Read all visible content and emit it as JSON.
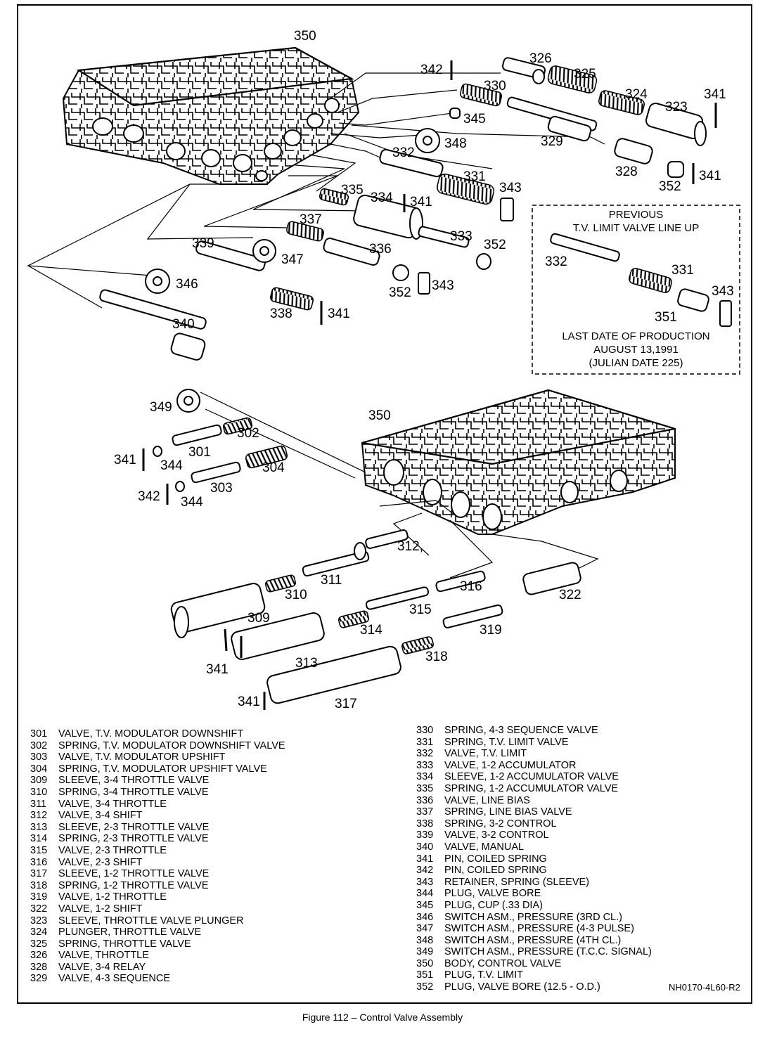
{
  "figure": {
    "caption": "Figure  112 –  Control Valve Assembly",
    "drawing_code": "NH0170-4L60-R2"
  },
  "callouts": {
    "c350a": "350",
    "c342a": "342",
    "c326": "326",
    "c325": "325",
    "c330": "330",
    "c324": "324",
    "c341a": "341",
    "c323": "323",
    "c345": "345",
    "c348": "348",
    "c329": "329",
    "c332": "332",
    "c328": "328",
    "c341b": "341",
    "c352a": "352",
    "c331": "331",
    "c343a": "343",
    "c335": "335",
    "c334": "334",
    "c341c": "341",
    "c337": "337",
    "c333": "333",
    "c352b": "352",
    "c339": "339",
    "c347": "347",
    "c336": "336",
    "c352c": "352",
    "c343b": "343",
    "c346": "346",
    "c338": "338",
    "c341d": "341",
    "c340": "340",
    "c349": "349",
    "c350b": "350",
    "c302": "302",
    "c301": "301",
    "c341e": "341",
    "c344a": "344",
    "c304": "304",
    "c303": "303",
    "c342b": "342",
    "c344b": "344",
    "c312": "312,",
    "c311": "311",
    "c310": "310",
    "c316": "316",
    "c322": "322",
    "c315": "315",
    "c309": "309",
    "c314": "314",
    "c319": "319",
    "c313": "313",
    "c318": "318",
    "c341f": "341",
    "c341g": "341",
    "c317": "317",
    "i332": "332",
    "i331": "331",
    "i343": "343",
    "i351": "351"
  },
  "inset": {
    "title_line1": "PREVIOUS",
    "title_line2": "T.V. LIMIT VALVE LINE UP",
    "note_line1": "LAST DATE OF PRODUCTION",
    "note_line2": "AUGUST 13,1991",
    "note_line3": "(JULIAN DATE 225)"
  },
  "legend_left": [
    {
      "num": "301",
      "desc": "VALVE, T.V. MODULATOR DOWNSHIFT"
    },
    {
      "num": "302",
      "desc": "SPRING, T.V. MODULATOR DOWNSHIFT VALVE"
    },
    {
      "num": "303",
      "desc": "VALVE, T.V. MODULATOR UPSHIFT"
    },
    {
      "num": "304",
      "desc": "SPRING, T.V. MODULATOR UPSHIFT VALVE"
    },
    {
      "num": "309",
      "desc": "SLEEVE, 3-4 THROTTLE VALVE"
    },
    {
      "num": "310",
      "desc": "SPRING, 3-4 THROTTLE VALVE"
    },
    {
      "num": "311",
      "desc": "VALVE, 3-4 THROTTLE"
    },
    {
      "num": "312",
      "desc": "VALVE, 3-4 SHIFT"
    },
    {
      "num": "313",
      "desc": "SLEEVE, 2-3 THROTTLE VALVE"
    },
    {
      "num": "314",
      "desc": "SPRING, 2-3 THROTTLE VALVE"
    },
    {
      "num": "315",
      "desc": "VALVE, 2-3 THROTTLE"
    },
    {
      "num": "316",
      "desc": "VALVE, 2-3 SHIFT"
    },
    {
      "num": "317",
      "desc": "SLEEVE, 1-2 THROTTLE VALVE"
    },
    {
      "num": "318",
      "desc": "SPRING, 1-2 THROTTLE VALVE"
    },
    {
      "num": "319",
      "desc": "VALVE, 1-2 THROTTLE"
    },
    {
      "num": "322",
      "desc": "VALVE, 1-2 SHIFT"
    },
    {
      "num": "323",
      "desc": "SLEEVE, THROTTLE VALVE PLUNGER"
    },
    {
      "num": "324",
      "desc": "PLUNGER, THROTTLE VALVE"
    },
    {
      "num": "325",
      "desc": "SPRING, THROTTLE VALVE"
    },
    {
      "num": "326",
      "desc": "VALVE, THROTTLE"
    },
    {
      "num": "328",
      "desc": "VALVE, 3-4 RELAY"
    },
    {
      "num": "329",
      "desc": "VALVE, 4-3 SEQUENCE"
    }
  ],
  "legend_right": [
    {
      "num": "330",
      "desc": "SPRING, 4-3 SEQUENCE VALVE"
    },
    {
      "num": "331",
      "desc": "SPRING, T.V. LIMIT VALVE"
    },
    {
      "num": "332",
      "desc": "VALVE, T.V. LIMIT"
    },
    {
      "num": "333",
      "desc": "VALVE, 1-2 ACCUMULATOR"
    },
    {
      "num": "334",
      "desc": "SLEEVE, 1-2 ACCUMULATOR VALVE"
    },
    {
      "num": "335",
      "desc": "SPRING, 1-2 ACCUMULATOR VALVE"
    },
    {
      "num": "336",
      "desc": "VALVE, LINE BIAS"
    },
    {
      "num": "337",
      "desc": "SPRING, LINE BIAS VALVE"
    },
    {
      "num": "338",
      "desc": "SPRING, 3-2 CONTROL"
    },
    {
      "num": "339",
      "desc": "VALVE, 3-2 CONTROL"
    },
    {
      "num": "340",
      "desc": "VALVE, MANUAL"
    },
    {
      "num": "341",
      "desc": "PIN, COILED SPRING"
    },
    {
      "num": "342",
      "desc": "PIN, COILED SPRING"
    },
    {
      "num": "343",
      "desc": "RETAINER, SPRING (SLEEVE)"
    },
    {
      "num": "344",
      "desc": "PLUG, VALVE BORE"
    },
    {
      "num": "345",
      "desc": "PLUG, CUP (.33 DIA)"
    },
    {
      "num": "346",
      "desc": "SWITCH ASM., PRESSURE (3RD CL.)"
    },
    {
      "num": "347",
      "desc": "SWITCH ASM., PRESSURE (4-3 PULSE)"
    },
    {
      "num": "348",
      "desc": "SWITCH ASM., PRESSURE (4TH CL.)"
    },
    {
      "num": "349",
      "desc": "SWITCH ASM., PRESSURE (T.C.C. SIGNAL)"
    },
    {
      "num": "350",
      "desc": "BODY, CONTROL VALVE"
    },
    {
      "num": "351",
      "desc": "PLUG, T.V. LIMIT"
    },
    {
      "num": "352",
      "desc": "PLUG, VALVE BORE (12.5 - O.D.)"
    }
  ]
}
